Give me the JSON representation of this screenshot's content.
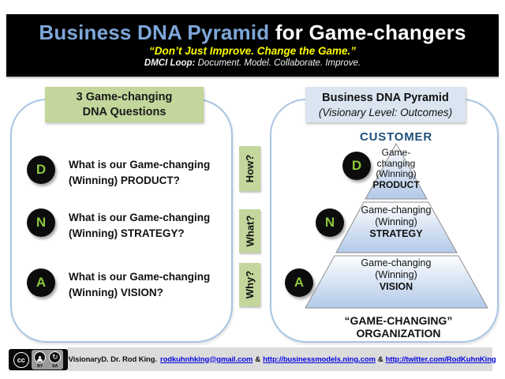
{
  "header": {
    "title_highlight": "Business DNA Pyramid",
    "title_rest": " for Game-changers",
    "subtitle": "“Don’t Just Improve. Change the Game.”",
    "dmci_label": "DMCI Loop:",
    "dmci_text": " Document. Model. Collaborate. Improve."
  },
  "left_panel": {
    "header_line1": "3 Game-changing",
    "header_line2": "DNA Questions",
    "questions": [
      {
        "letter": "D",
        "line1": "What is our Game-changing",
        "line2": "(Winning) PRODUCT?"
      },
      {
        "letter": "N",
        "line1": "What is our Game-changing",
        "line2": "(Winning) STRATEGY?"
      },
      {
        "letter": "A",
        "line1": "What is our Game-changing",
        "line2": "(Winning) VISION?"
      }
    ]
  },
  "connector_labels": [
    "How?",
    "What?",
    "Why?"
  ],
  "right_panel": {
    "header_line1": "Business DNA Pyramid",
    "header_line2": "(Visionary Level: Outcomes)",
    "customer_label": "CUSTOMER",
    "tiers": [
      {
        "letter": "D",
        "line1": "Game-",
        "line2": "changing",
        "line3": "(Winning)",
        "emphasis": "PRODUCT"
      },
      {
        "letter": "N",
        "line1": "Game-changing",
        "line2": "(Winning)",
        "emphasis": "STRATEGY"
      },
      {
        "letter": "A",
        "line1": "Game-changing",
        "line2": "(Winning)",
        "emphasis": "VISION"
      }
    ],
    "org_label": "“GAME-CHANGING” ORGANIZATION"
  },
  "footer": {
    "cc_label": "cc",
    "cc_by": "BY",
    "cc_sa": "SA",
    "sa_glyph": "↻",
    "prefix": "#VisionaryD. Dr. Rod King.",
    "links": [
      "rodkuhnhking@gmail.com",
      "http://businessmodels.ning.com",
      "http://twitter.com/RodKuhnKing"
    ],
    "amp": "&"
  },
  "colors": {
    "accent_green": "#c3d69b",
    "letter_green": "#8dc63f",
    "title_blue": "#7da7d9",
    "subtitle_yellow": "#ffff00",
    "customer_blue": "#1f4e79",
    "header_box_blue": "#dbe5f1",
    "pyramid_blue": "#b9cde8"
  }
}
